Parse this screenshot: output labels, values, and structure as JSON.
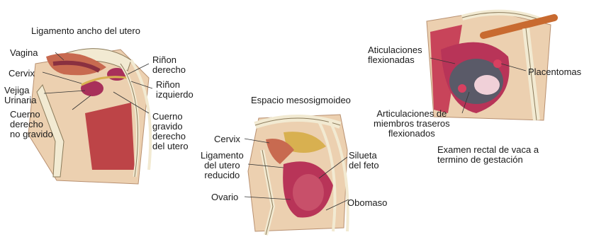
{
  "labels": {
    "ligamento_ancho": "Ligamento ancho del utero",
    "vagina": "Vagina",
    "cervix_left": "Cervix",
    "vejiga": "Vejiga\nUrinaria",
    "cuerno_no_gravido": "Cuerno\nderecho\nno gravido",
    "rinon_derecho": "Riñon\nderecho",
    "rinon_izquierdo": "Riñon\nizquierdo",
    "cuerno_gravido": "Cuerno\ngravido\nderecho\ndel utero",
    "espacio_mesosigmoideo": "Espacio mesosigmoideo",
    "cervix_mid": "Cervix",
    "ligamento_reducido": "Ligamento\ndel utero\nreducido",
    "ovario": "Ovario",
    "silueta_feto": "Silueta\ndel feto",
    "obomaso": "Obomaso",
    "articulaciones_flexionadas": "Aticulaciones\nflexionadas",
    "placentomas": "Placentomas",
    "articulaciones_miembros": "Articulaciones de\nmiembros traseros\nflexionados",
    "caption": "Examen rectal de vaca a\ntermino de gestación"
  },
  "colors": {
    "tissue": "#e8c4a0",
    "muscle": "#b8343c",
    "uterus": "#c8506a",
    "bone": "#f2ead2",
    "fat": "#d8b050"
  }
}
